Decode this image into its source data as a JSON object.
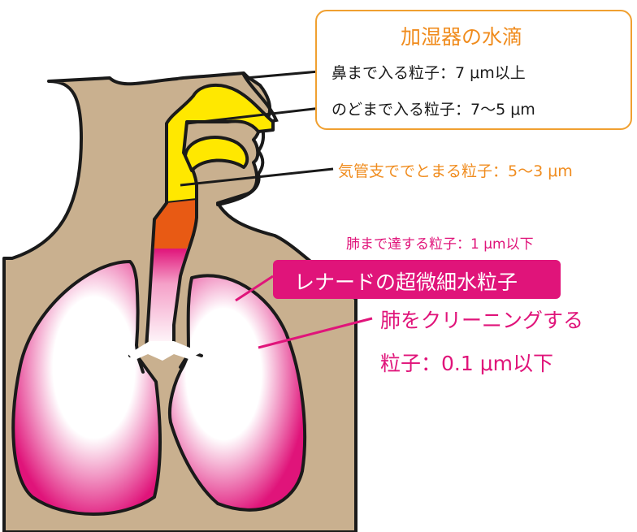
{
  "title_box": {
    "heading": "加湿器の水滴",
    "nose": "鼻まで入る粒子：7 μm以上",
    "throat": "のどまで入る粒子：7～5 μm"
  },
  "bronchi": "気管支ででとまる粒子：5～3 μm",
  "lungs_reach": "肺まで達する粒子：1 μm以下",
  "product": "レナードの超微細水粒子",
  "cleaning": {
    "line1": "肺をクリーニングする",
    "line2": "粒子：0.1 μm以下"
  },
  "colors": {
    "skin": "#c9b08f",
    "nasal": "#ffe800",
    "trachea_orange": "#e85a14",
    "lung": "#e0147a",
    "heading": "#f08c1e",
    "magenta": "#e0147a"
  }
}
